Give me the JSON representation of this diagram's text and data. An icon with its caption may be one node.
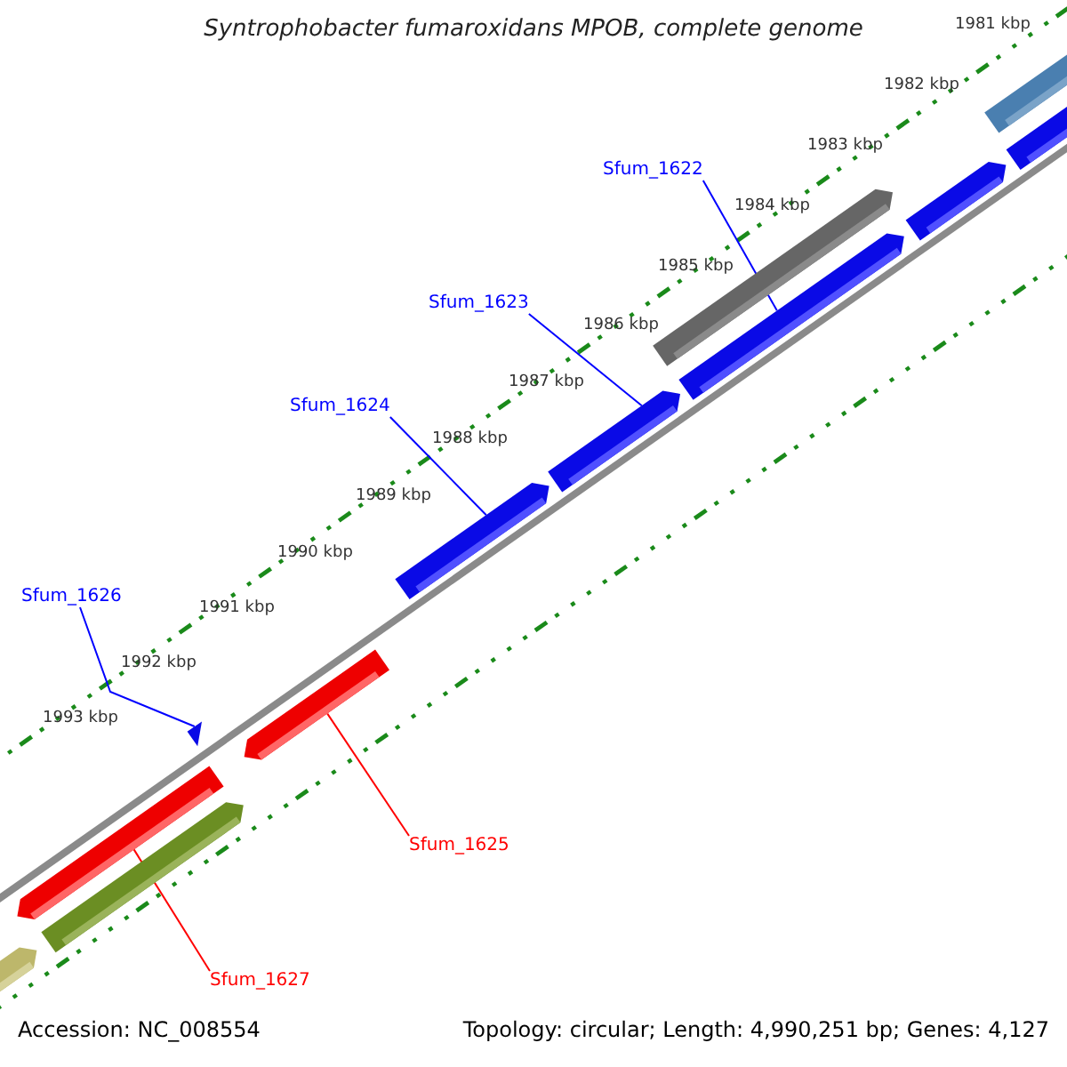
{
  "diagram": {
    "title": "Syntrophobacter fumaroxidans MPOB, complete genome",
    "nodes": [
      {
        "text": [
          "Sfum_1622"
        ]
      },
      {
        "text": [
          "Sfum_1623"
        ]
      },
      {
        "text": [
          "Sfum_1624"
        ]
      },
      {
        "text": [
          "Sfum_1626"
        ]
      },
      {
        "text": [
          "Sfum_1625"
        ]
      },
      {
        "text": [
          "Sfum_1627"
        ]
      },
      {
        "text": [],
        "shape": "bar"
      },
      {
        "text": [],
        "shape": "bar"
      },
      {
        "text": [],
        "shape": "bar"
      },
      {
        "text": [],
        "shape": "triangle"
      },
      {
        "text": [],
        "shape": "bar"
      },
      {
        "text": [],
        "shape": "bar"
      },
      {
        "text": [],
        "shape": "bar"
      },
      {
        "text": [],
        "shape": "bar"
      },
      {
        "text": [],
        "shape": "bar"
      },
      {
        "text": [],
        "shape": "bar"
      },
      {
        "text": [],
        "shape": "bar"
      },
      {
        "text": [],
        "shape": "bar"
      }
    ],
    "edges": [
      {
        "from": 0,
        "to": 14,
        "arrow": "none"
      },
      {
        "from": 1,
        "to": 12,
        "arrow": "none"
      },
      {
        "from": 2,
        "to": 11,
        "arrow": "none"
      },
      {
        "from": 3,
        "to": 9,
        "arrow": "none"
      },
      {
        "from": 4,
        "to": 10,
        "arrow": "none",
        "color": "#ff0000"
      },
      {
        "from": 5,
        "to": 7,
        "arrow": "none",
        "color": "#ff0000"
      }
    ],
    "labels": [
      "1981 kbp",
      "1982 kbp",
      "1983 kbp",
      "1984 kbp",
      "1985 kbp",
      "1986 kbp",
      "1987 kbp",
      "1988 kbp",
      "1989 kbp",
      "1990 kbp",
      "1991 kbp",
      "1992 kbp",
      "1993 kbp",
      "Accession: NC_008554",
      "Topology: circular; Length: 4,990,251 bp; Genes: 4,127"
    ]
  }
}
